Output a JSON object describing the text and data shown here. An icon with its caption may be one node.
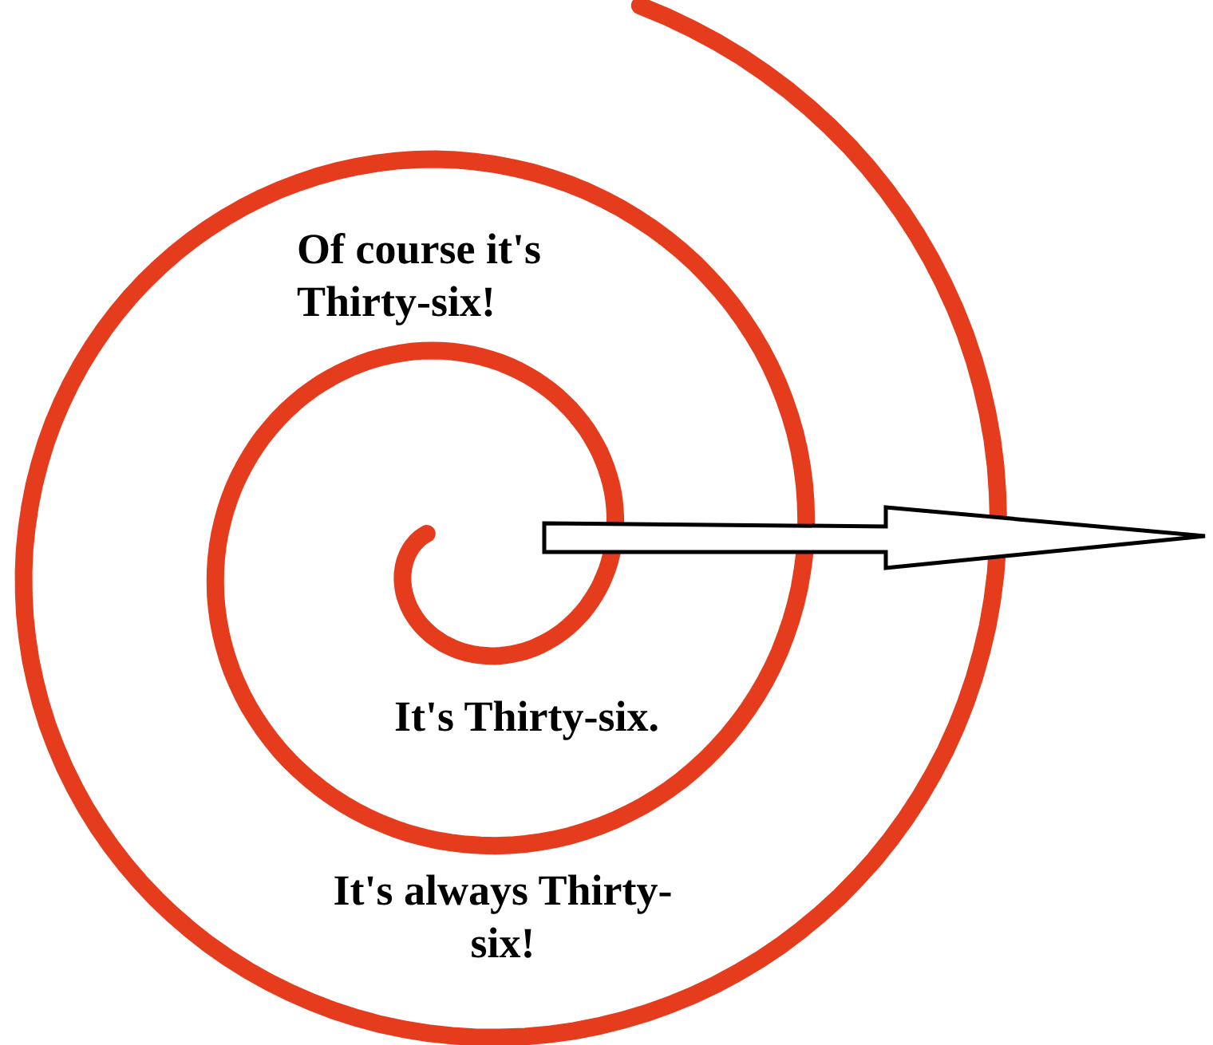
{
  "diagram": {
    "labels": [
      "Of course it's Thirty-six!",
      "It's Thirty-six.",
      "It's always Thirty-six!"
    ]
  }
}
